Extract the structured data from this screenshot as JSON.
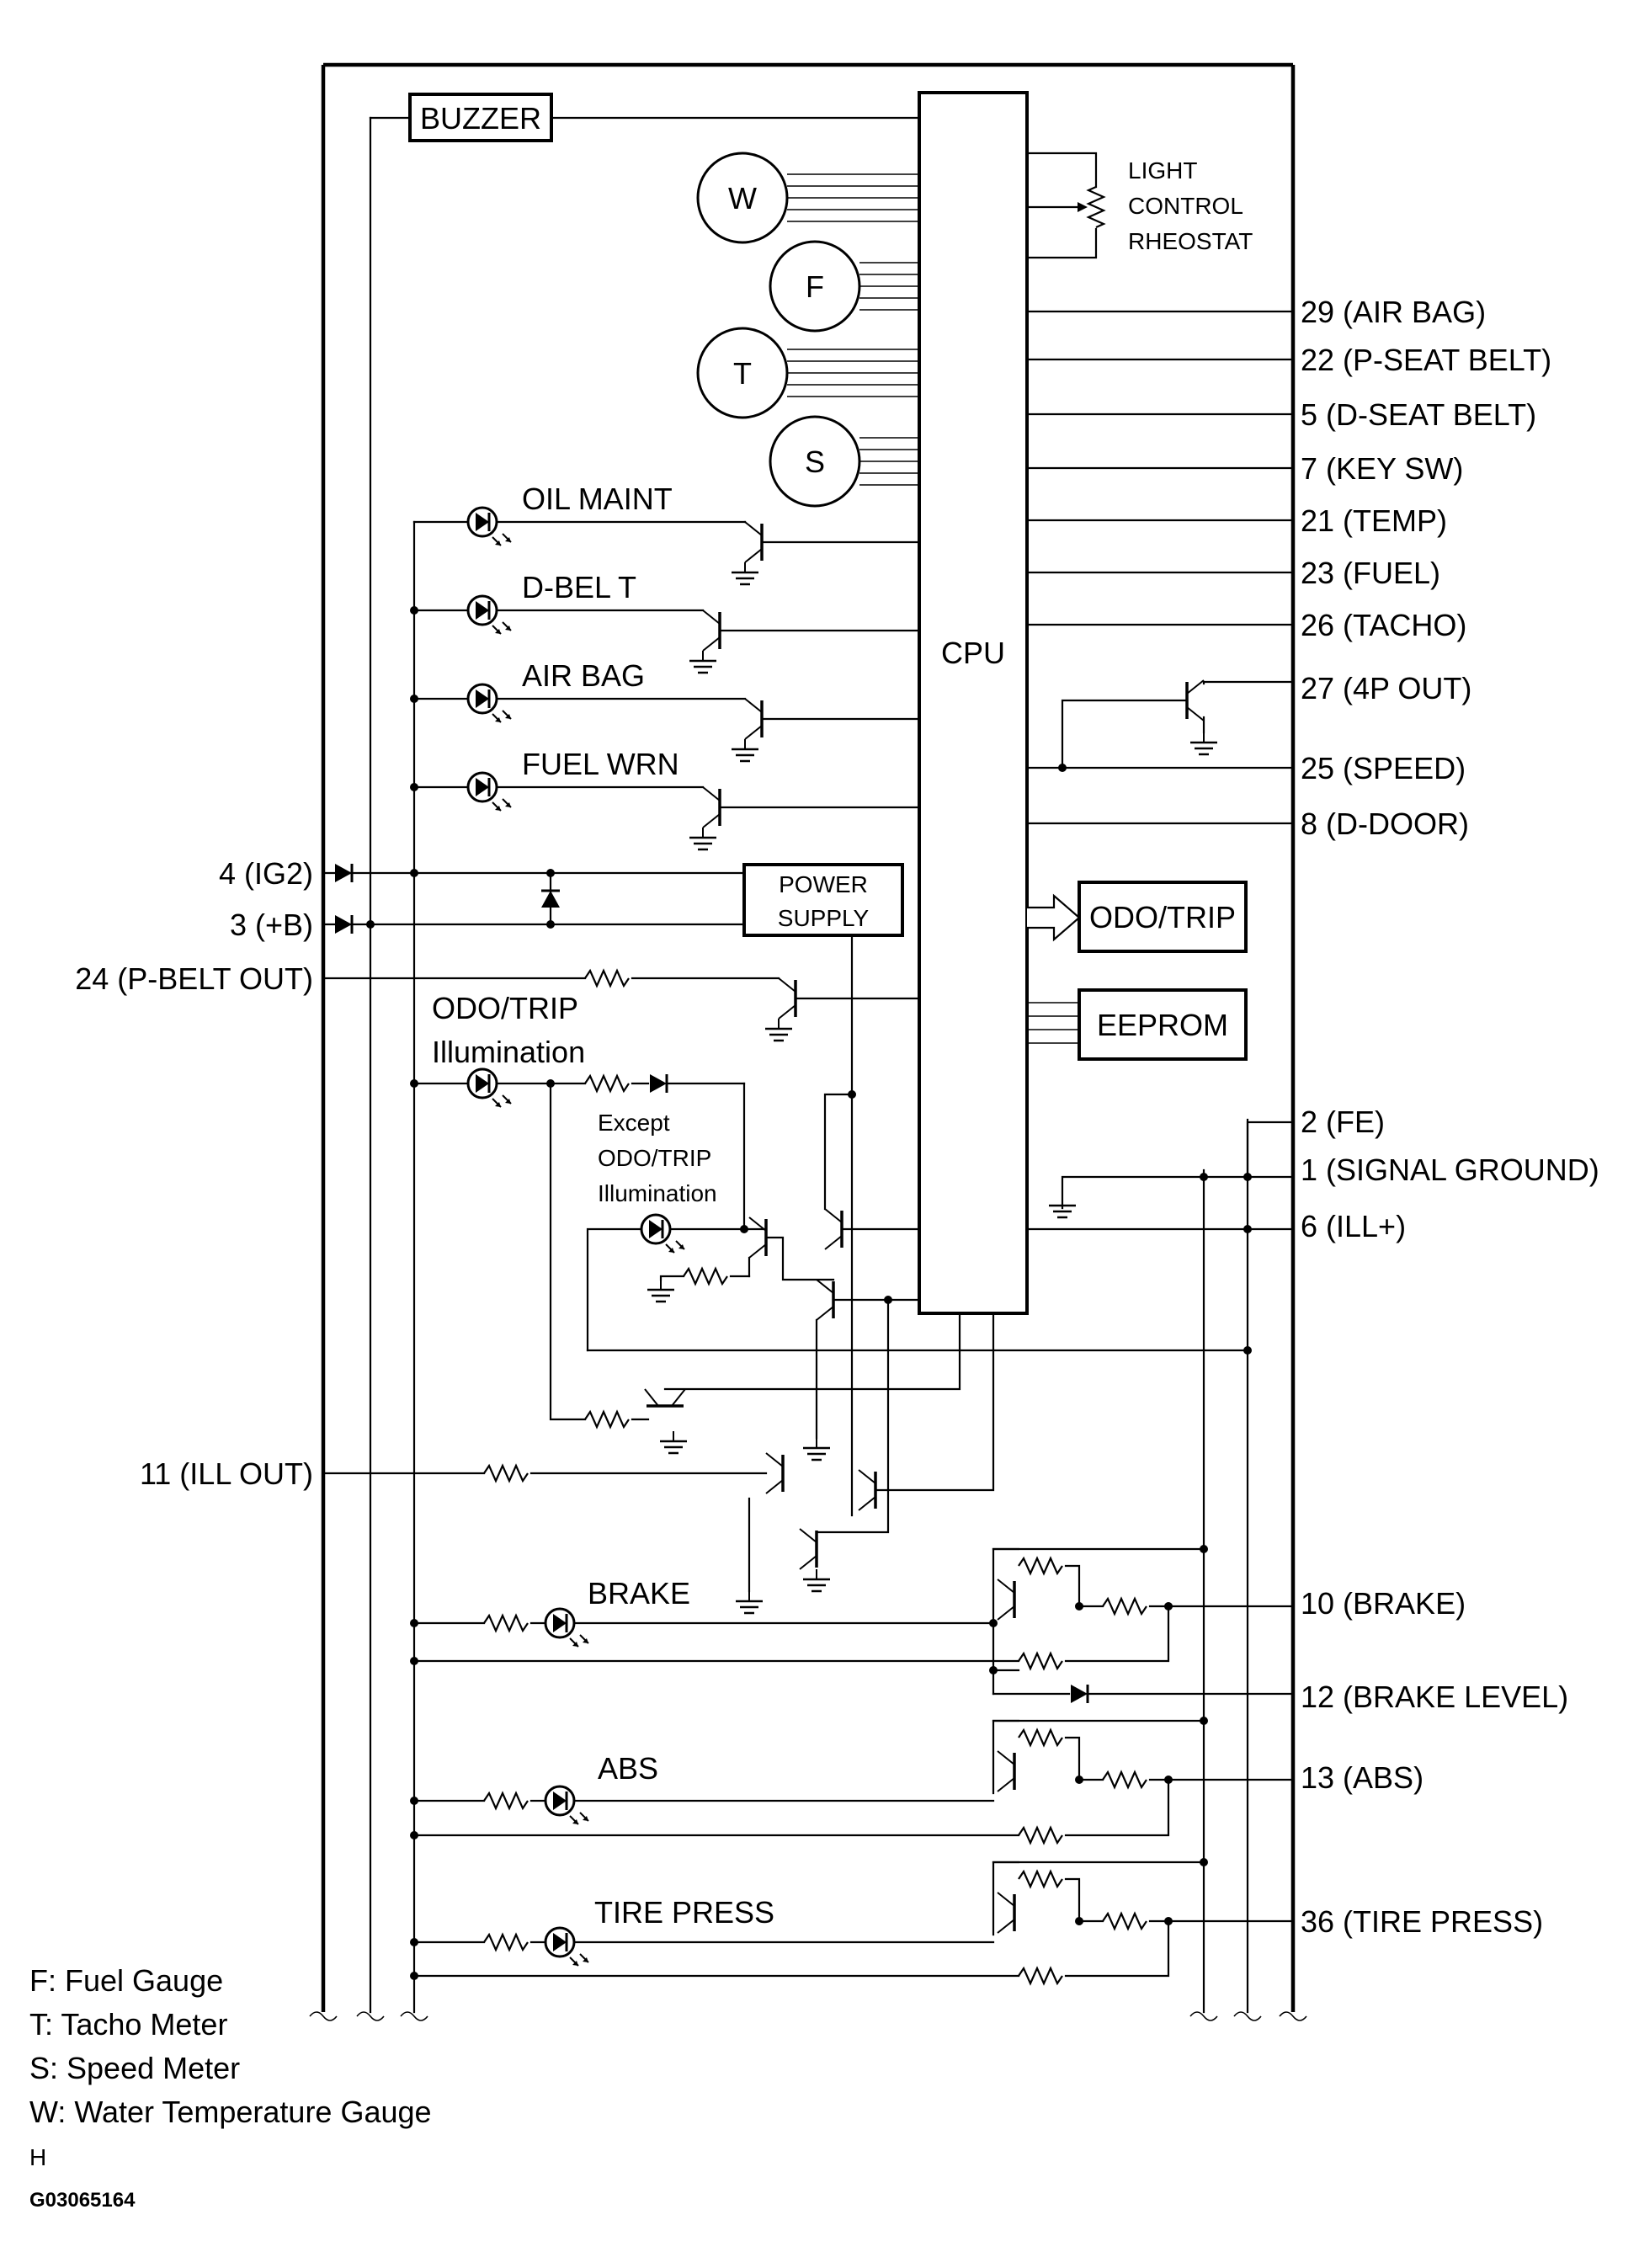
{
  "components": {
    "buzzer": "BUZZER",
    "cpu": "CPU",
    "power_supply": [
      "POWER",
      "SUPPLY"
    ],
    "odo_trip": "ODO/TRIP",
    "eeprom": "EEPROM",
    "light_rheostat": [
      "LIGHT",
      "CONTROL",
      "RHEOSTAT"
    ],
    "gauges": [
      "W",
      "F",
      "T",
      "S"
    ]
  },
  "indicators": {
    "oil_maint": "OIL MAINT",
    "d_belt": "D-BEL T",
    "air_bag": "AIR BAG",
    "fuel_wrn": "FUEL WRN",
    "odo_illum_1": "ODO/TRIP",
    "odo_illum_2": "Illumination",
    "except_1": "Except",
    "except_2": "ODO/TRIP",
    "except_3": "Illumination",
    "brake": "BRAKE",
    "abs": "ABS",
    "tire_press": "TIRE PRESS"
  },
  "left_pins": [
    "4 (IG2)",
    "3 (+B)",
    "24  (P-BELT OUT)",
    "11 (ILL OUT)"
  ],
  "right_pins": [
    "29 (AIR BAG)",
    "22  (P-SEAT BELT)",
    "5  (D-SEAT BELT)",
    "7 (KEY SW)",
    "21 (TEMP)",
    "23 (FUEL)",
    "26 (TACHO)",
    "27 (4P OUT)",
    "25 (SPEED)",
    "8  (D-DOOR)",
    "2 (FE)",
    "1 (SIGNAL  GROUND)",
    "6 (ILL+)",
    "10 (BRAKE)",
    "12 (BRAKE LEVEL)",
    "13 (ABS)",
    "36 (TIRE PRESS)"
  ],
  "legend": [
    "F: Fuel Gauge",
    "T: Tacho Meter",
    "S: Speed Meter",
    "W: Water Temperature Gauge"
  ],
  "footer": [
    "H",
    "G03065164"
  ]
}
